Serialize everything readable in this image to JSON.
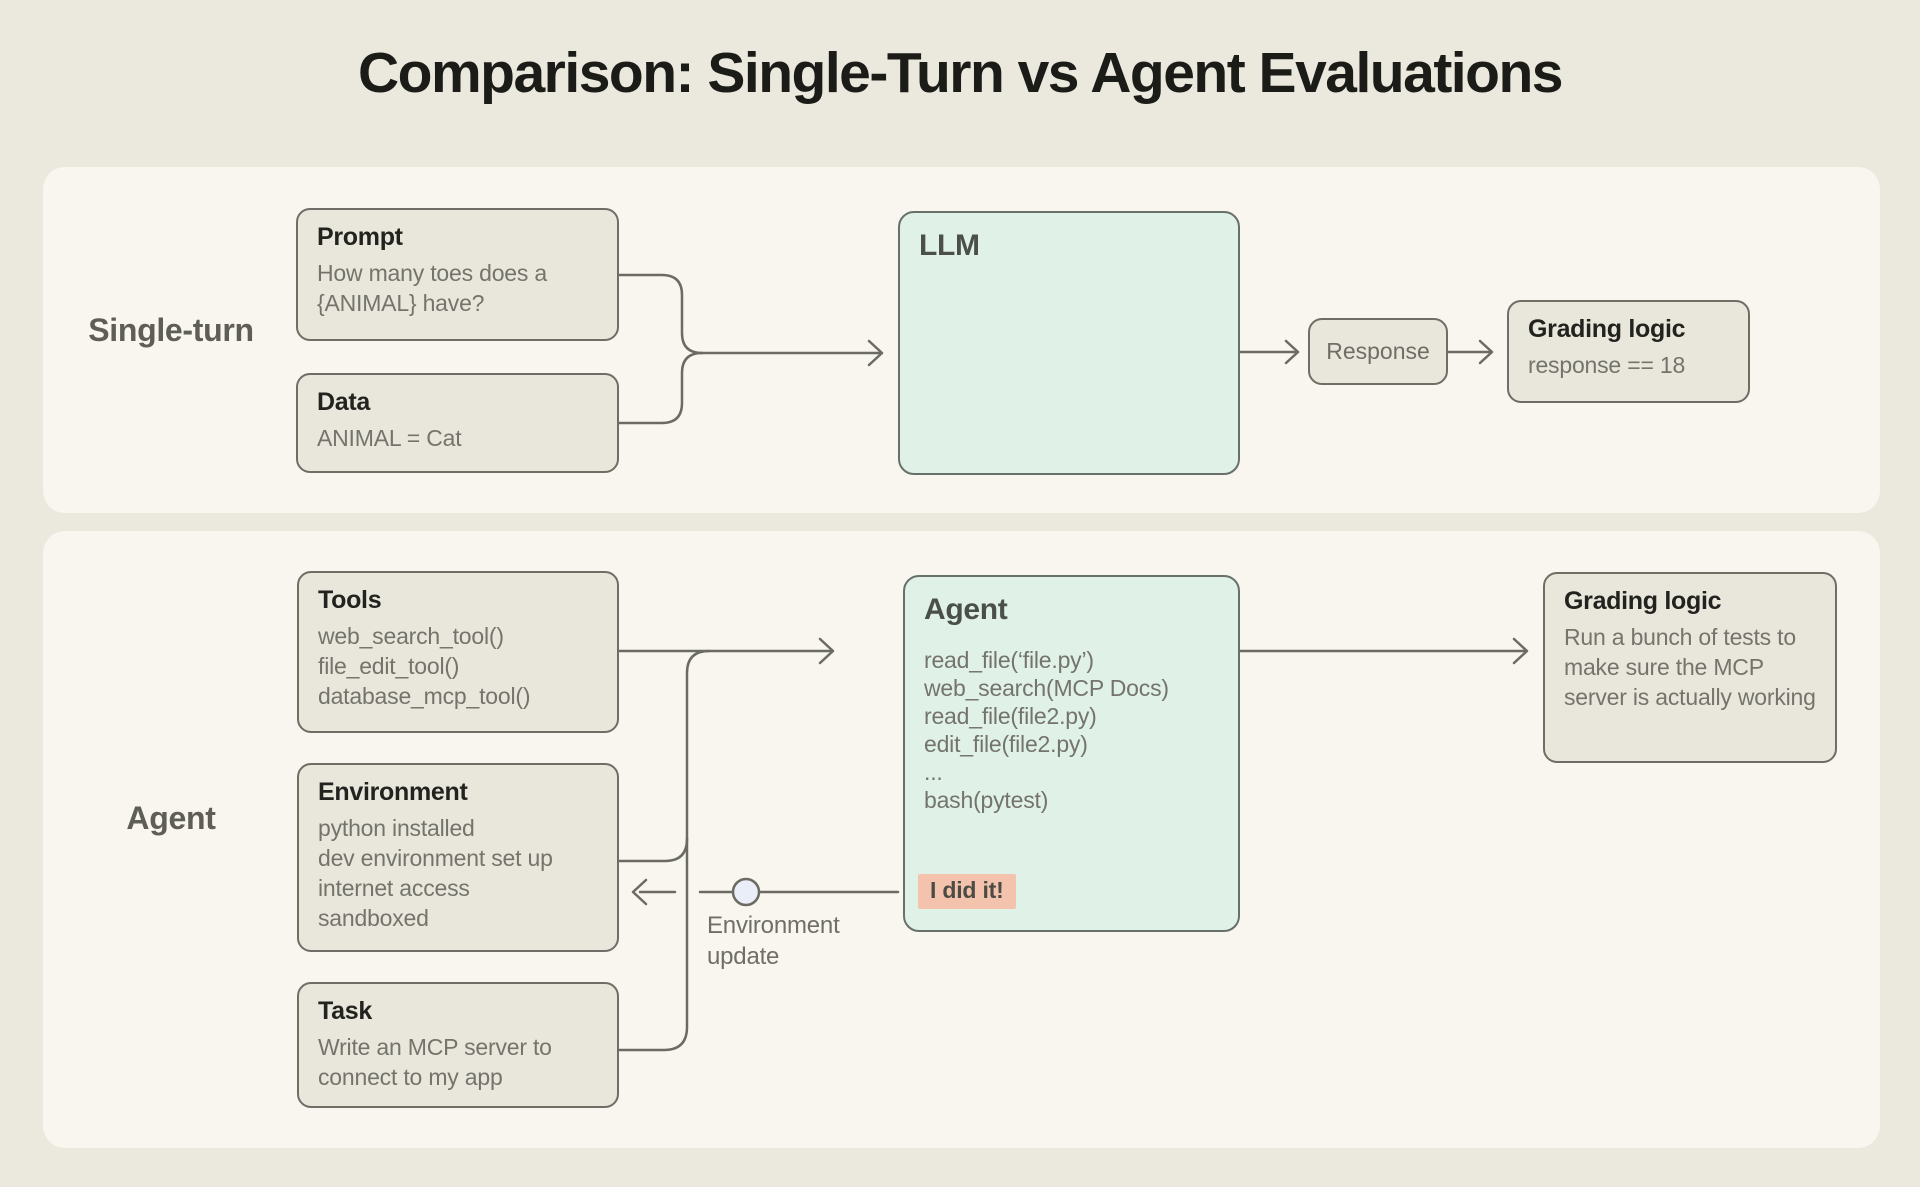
{
  "title": "Comparison: Single-Turn vs Agent Evaluations",
  "colors": {
    "page_bg": "#ebe9dd",
    "panel_bg": "#f8f6ee",
    "card_bg": "#e9e7db",
    "card_border": "#6e6e66",
    "mint_bg": "#e0f1e8",
    "node_fill": "#9edcc1",
    "badge_bg": "#f4c3ae",
    "line": "#6b6b64",
    "body_text": "#74746c",
    "title_text": "#1b1b18"
  },
  "single_turn": {
    "label": "Single-turn",
    "prompt": {
      "title": "Prompt",
      "body": "How many toes does a {ANIMAL} have?"
    },
    "data": {
      "title": "Data",
      "body": "ANIMAL = Cat"
    },
    "llm": {
      "title": "LLM"
    },
    "response": {
      "label": "Response"
    },
    "grading": {
      "title": "Grading logic",
      "body": "response == 18"
    }
  },
  "agent": {
    "label": "Agent",
    "tools": {
      "title": "Tools",
      "lines": [
        "web_search_tool()",
        "file_edit_tool()",
        "database_mcp_tool()"
      ]
    },
    "environment": {
      "title": "Environment",
      "lines": [
        "python installed",
        "dev environment set up",
        "internet access",
        "sandboxed"
      ]
    },
    "task": {
      "title": "Task",
      "body": "Write an MCP server to connect to my app"
    },
    "agent_box": {
      "title": "Agent",
      "lines": [
        "read_file(‘file.py’)",
        "web_search(MCP Docs)",
        "read_file(file2.py)",
        "edit_file(file2.py)",
        "...",
        "bash(pytest)"
      ],
      "badge": "I did it!"
    },
    "env_update": {
      "label": "Environment update"
    },
    "grading": {
      "title": "Grading logic",
      "body": "Run a bunch of tests to make sure the MCP server is actually working"
    }
  }
}
